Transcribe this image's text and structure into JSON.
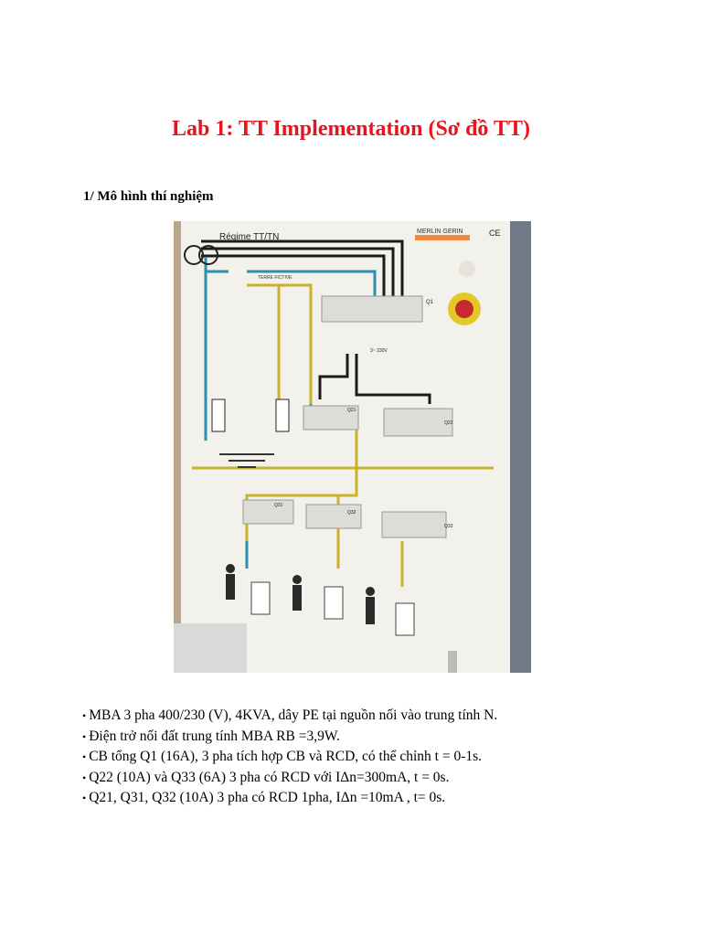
{
  "title": "Lab 1: TT Implementation (Sơ đồ TT)",
  "section_heading": "1/ Mô hình thí nghiệm",
  "photo": {
    "board_title": "Régime TT/TN",
    "brand": "MERLIN GERIN",
    "ce_mark": "CE",
    "terre_label": "TERRE FICTIVE",
    "voltage_label": "3~ 230V",
    "breakers": [
      "Q1",
      "Q21",
      "Q22",
      "Q31",
      "Q32",
      "Q33"
    ]
  },
  "bullets": [
    "MBA 3 pha 400/230 (V), 4KVA, dây PE tại nguồn nối vào trung tính N.",
    "Điện trở nối đất trung tính MBA RB =3,9W.",
    "CB tổng Q1 (16A), 3 pha tích hợp CB và RCD, có thể chỉnh t = 0-1s.",
    "Q22 (10A) và Q33 (6A) 3 pha có RCD với IΔn=300mA, t = 0s.",
    "Q21, Q31, Q32 (10A) 3 pha có RCD 1pha, IΔn =10mA , t= 0s."
  ]
}
